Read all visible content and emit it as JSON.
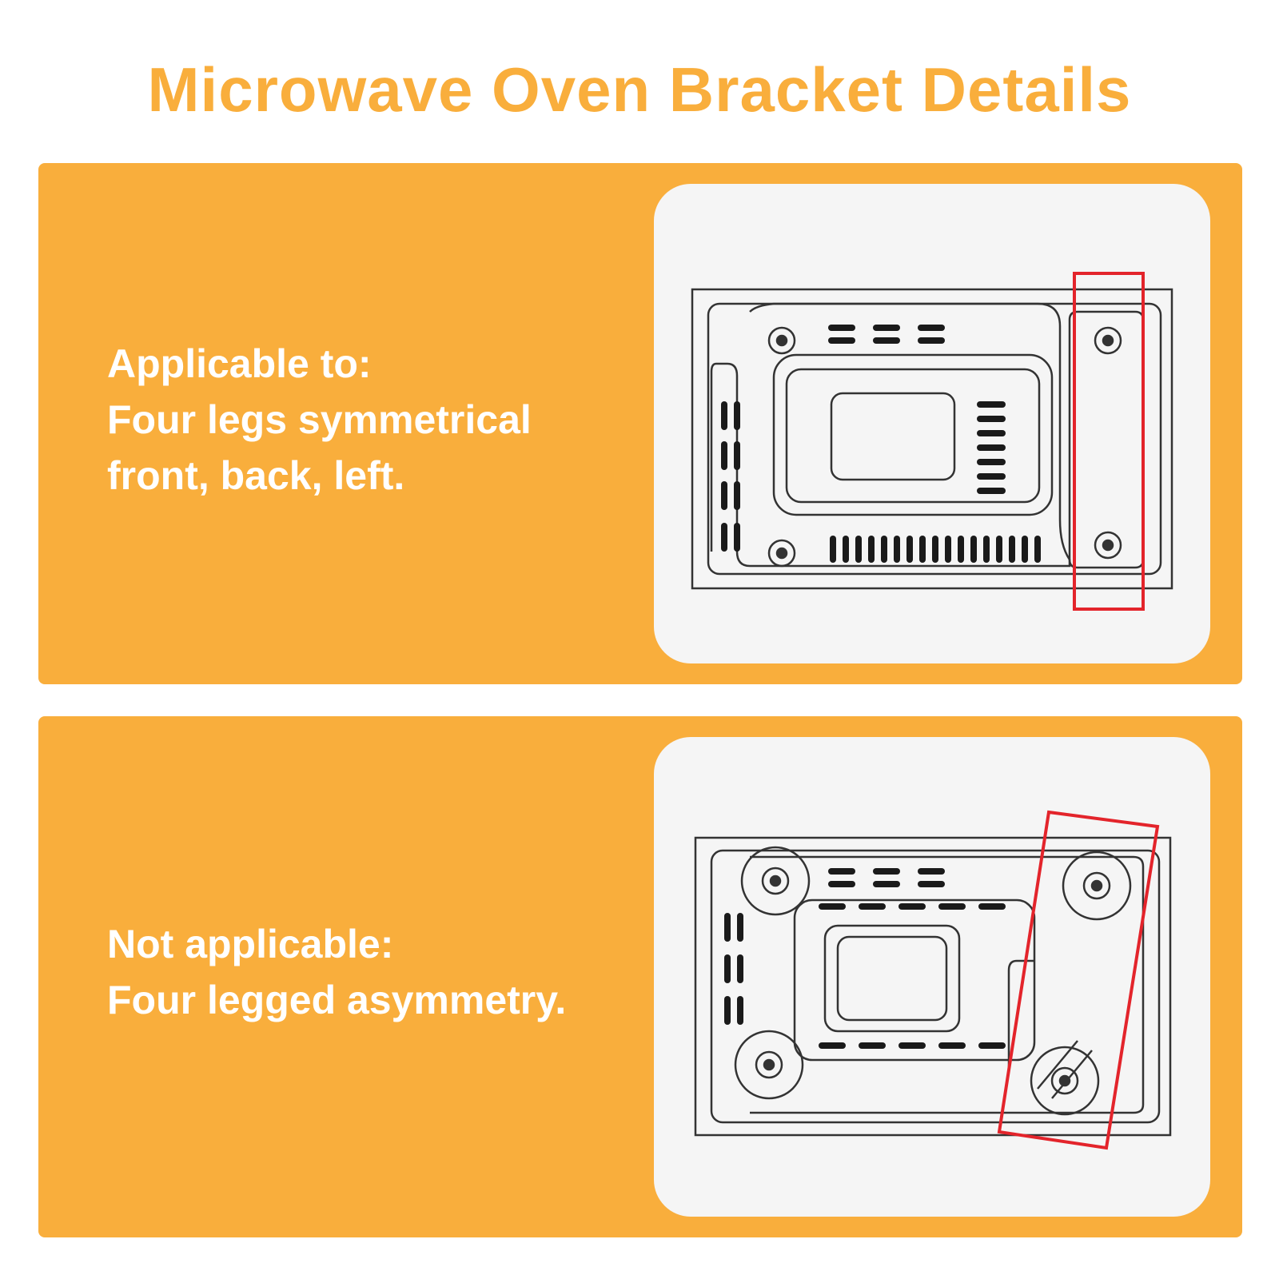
{
  "title": "Microwave Oven Bracket Details",
  "colors": {
    "accent": "#F9AE3C",
    "highlight_frame": "#E3242B",
    "card_background": "#F5F5F5",
    "line_art": "#333333"
  },
  "panels": [
    {
      "caption_lines": [
        "Applicable to:",
        "Four legs symmetrical",
        "front, back, left."
      ],
      "illustration": "microwave-bottom-symmetrical-legs"
    },
    {
      "caption_lines": [
        "Not applicable:",
        "Four legged asymmetry."
      ],
      "illustration": "microwave-bottom-asymmetrical-legs"
    }
  ]
}
